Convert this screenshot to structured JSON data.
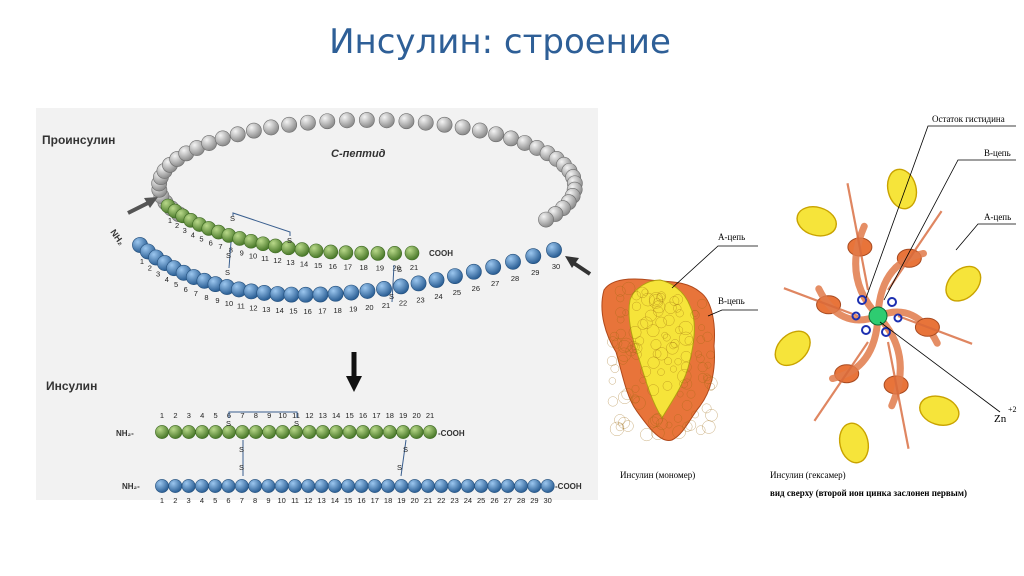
{
  "slide": {
    "title": "Инсулин: строение"
  },
  "proinsulin": {
    "title": "Проинсулин",
    "c_peptide_label": "С-пептид",
    "nh2": "NH₂",
    "cooh": "COOH",
    "a_chain_numbers": [
      "1",
      "2",
      "3",
      "4",
      "5",
      "6",
      "7",
      "8",
      "9",
      "10",
      "11",
      "12",
      "13",
      "14",
      "15",
      "16",
      "17",
      "18",
      "19",
      "20",
      "21"
    ],
    "b_chain_numbers": [
      "1",
      "2",
      "3",
      "4",
      "5",
      "6",
      "7",
      "8",
      "9",
      "10",
      "11",
      "12",
      "13",
      "14",
      "15",
      "16",
      "17",
      "18",
      "19",
      "20",
      "21",
      "22",
      "23",
      "24",
      "25",
      "26",
      "27",
      "28",
      "29",
      "30"
    ],
    "sulfur": "S"
  },
  "insulin": {
    "title": "Инсулин",
    "nh2_a": "NH₂-",
    "nh2_b": "NH₂-",
    "cooh_a": "-COOH",
    "cooh_b": "-COOH",
    "a_chain_numbers": [
      "1",
      "2",
      "3",
      "4",
      "5",
      "6",
      "7",
      "8",
      "9",
      "10",
      "11",
      "12",
      "13",
      "14",
      "15",
      "16",
      "17",
      "18",
      "19",
      "20",
      "21"
    ],
    "b_chain_numbers": [
      "1",
      "2",
      "3",
      "4",
      "5",
      "6",
      "7",
      "8",
      "9",
      "10",
      "11",
      "12",
      "13",
      "14",
      "15",
      "16",
      "17",
      "18",
      "19",
      "20",
      "21",
      "22",
      "23",
      "24",
      "25",
      "26",
      "27",
      "28",
      "29",
      "30"
    ],
    "sulfur": "S"
  },
  "monomer": {
    "a_chain_label": "А-цепь",
    "b_chain_label": "В-цепь",
    "caption": "Инсулин (мономер)"
  },
  "hexamer": {
    "histidine_label": "Остаток гистидина",
    "b_chain_label": "В-цепь",
    "a_chain_label": "А-цепь",
    "zn_label": "Zn",
    "zn_charge": "+2",
    "caption_line1": "Инсулин (гексамер)",
    "caption_line2": "вид сверху (второй ион цинка заслонен первым)"
  },
  "colors": {
    "title": "#2e5f97",
    "c_peptide": "#b8b8b8",
    "a_chain": "#6e9a4a",
    "b_chain": "#4a7fb5",
    "orange": "#e8743a",
    "yellow": "#f6e43a",
    "zinc": "#2ecc71"
  }
}
